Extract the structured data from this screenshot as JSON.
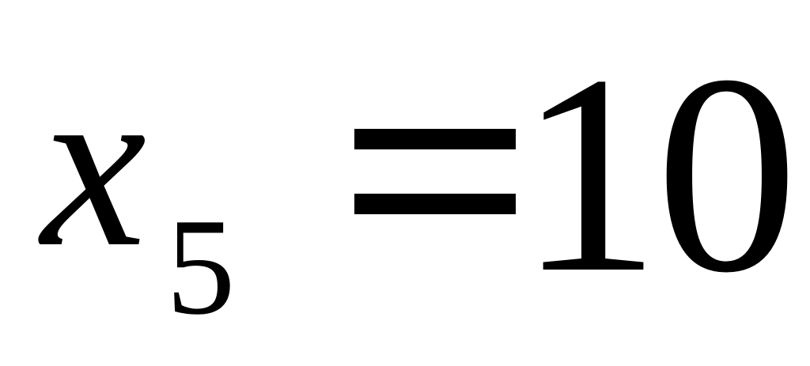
{
  "equation": {
    "variable": "x",
    "subscript": "5",
    "operator": "=",
    "value": "10"
  },
  "colors": {
    "background": "#ffffff",
    "text": "#000000"
  }
}
